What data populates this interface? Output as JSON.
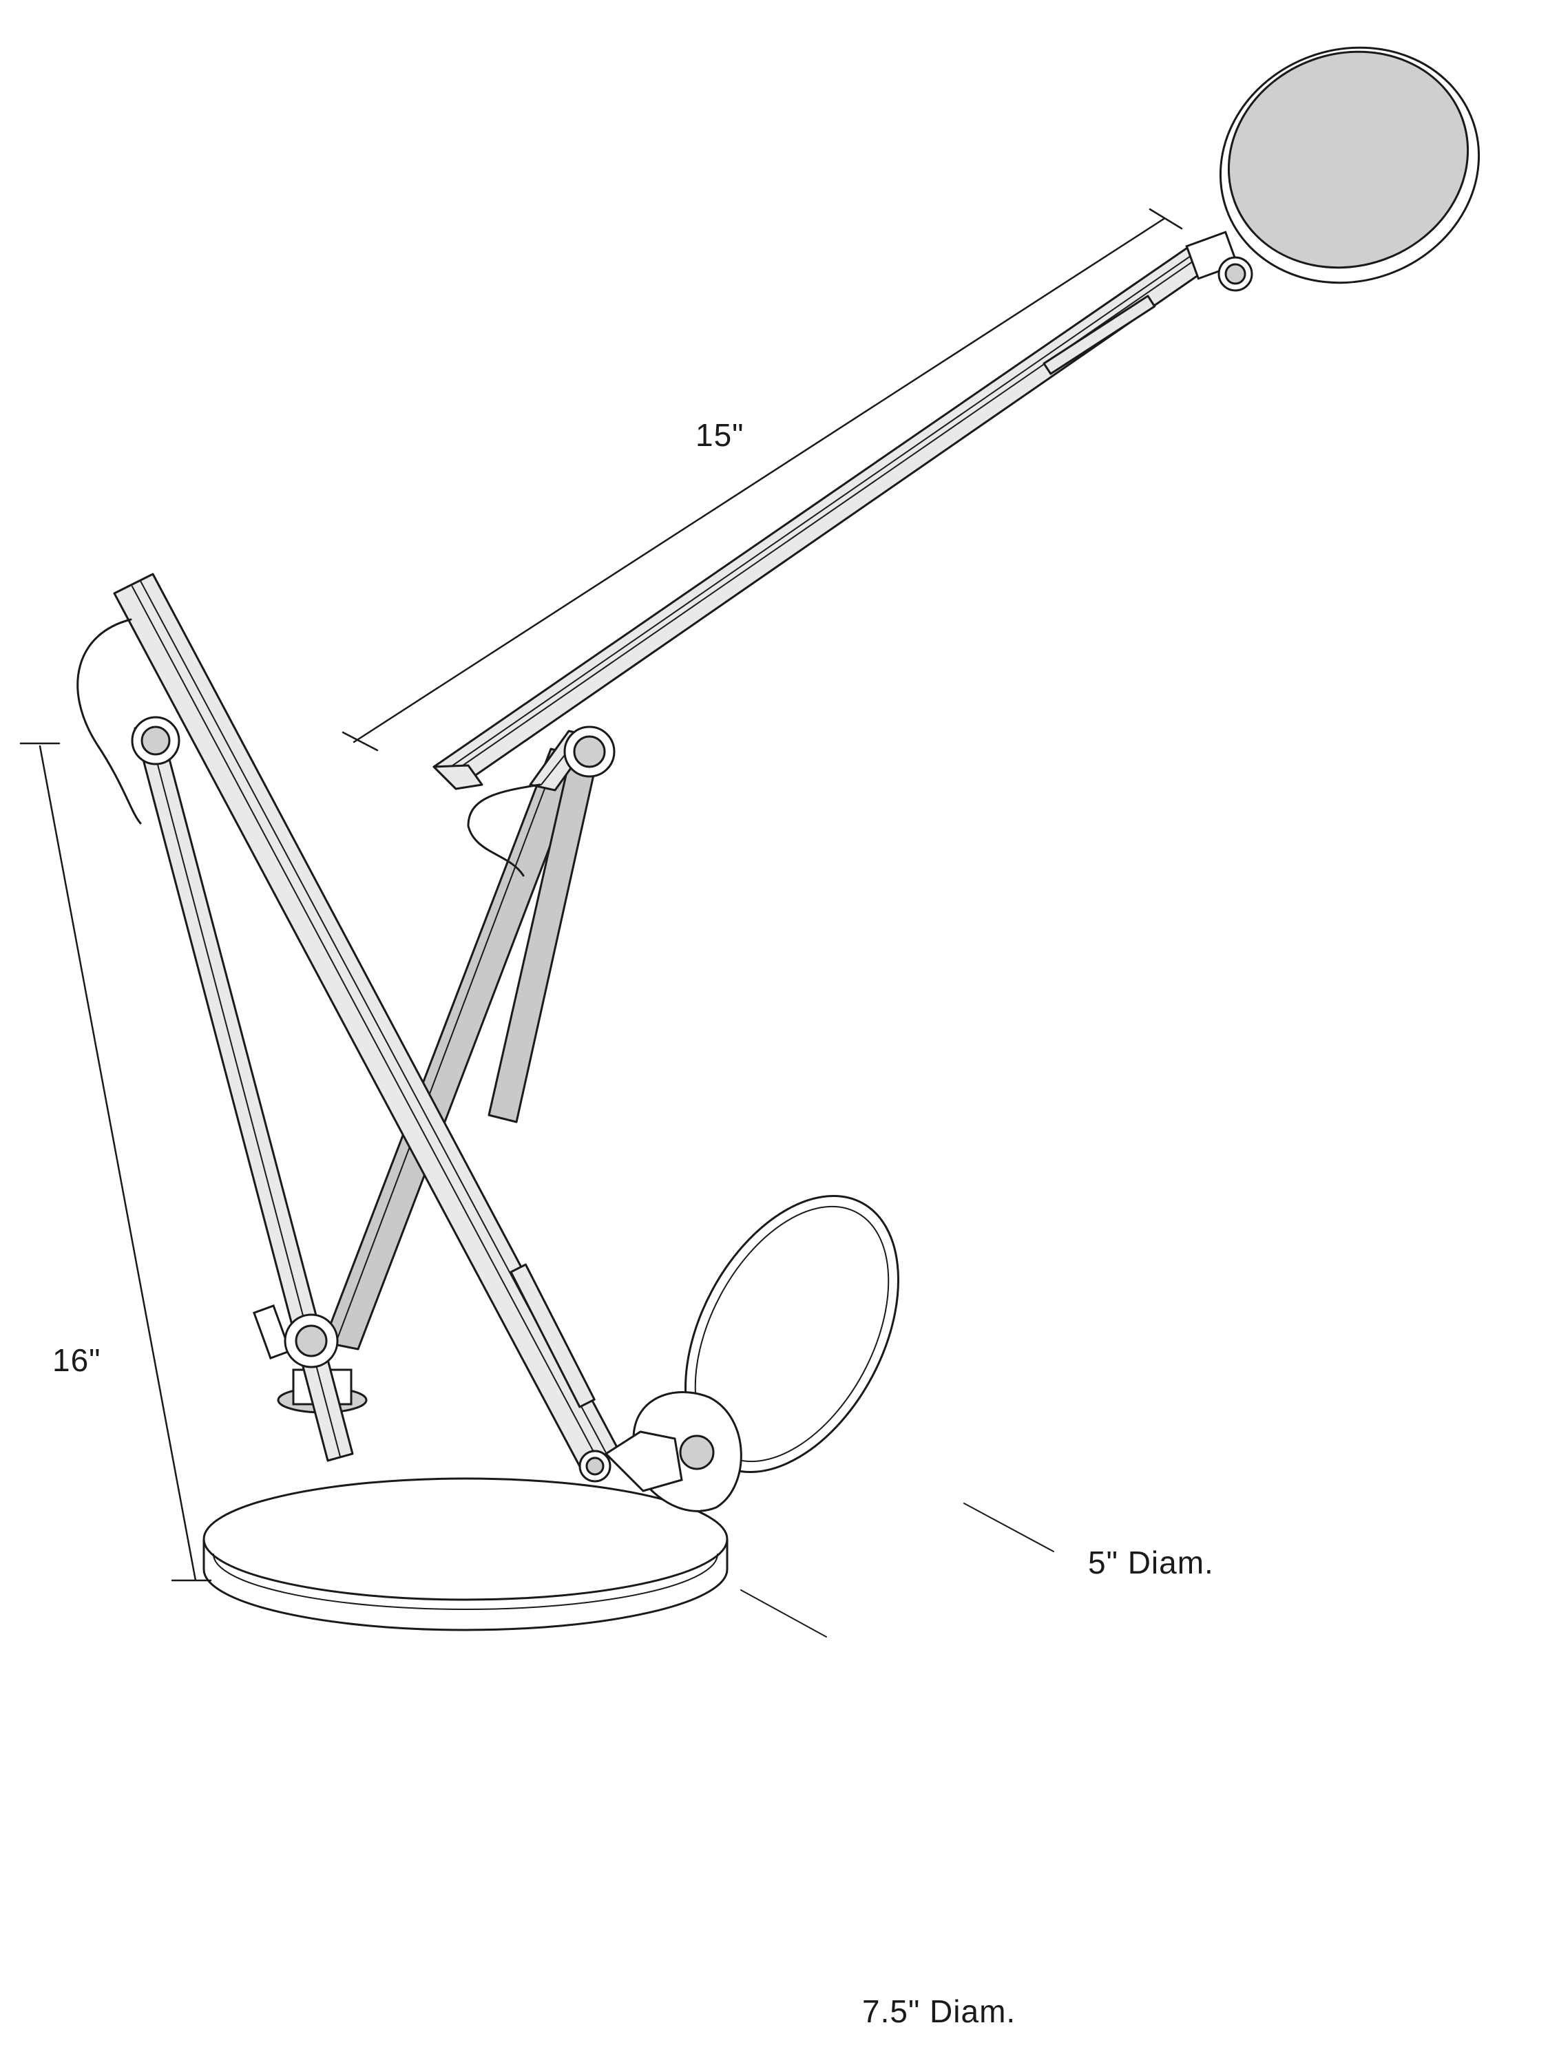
{
  "dimensions": {
    "arm_length": "15\"",
    "height": "16\"",
    "head_diameter": "5\" Diam.",
    "base_diameter": "7.5\" Diam."
  },
  "colors": {
    "line": "#1a1a1a",
    "head_fill": "#cfcfcf",
    "arm_fill": "#e9e9e9",
    "background": "#ffffff"
  }
}
